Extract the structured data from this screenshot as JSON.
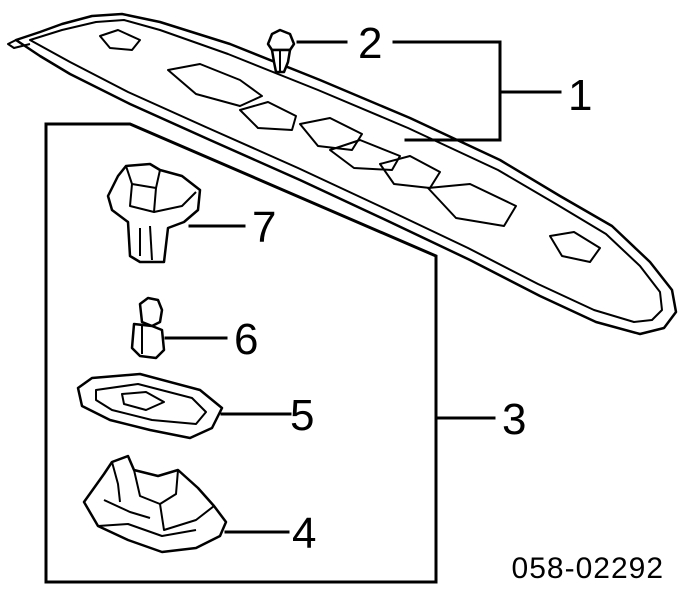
{
  "callouts": {
    "c1": "1",
    "c2": "2",
    "c3": "3",
    "c4": "4",
    "c5": "5",
    "c6": "6",
    "c7": "7"
  },
  "diagram_code": "058-02292",
  "colors": {
    "ink": "#000000",
    "paper": "#ffffff"
  },
  "parts": [
    "garnish-bar",
    "clip",
    "license-light-assembly",
    "light-housing",
    "lens-gasket",
    "bulb",
    "socket"
  ]
}
